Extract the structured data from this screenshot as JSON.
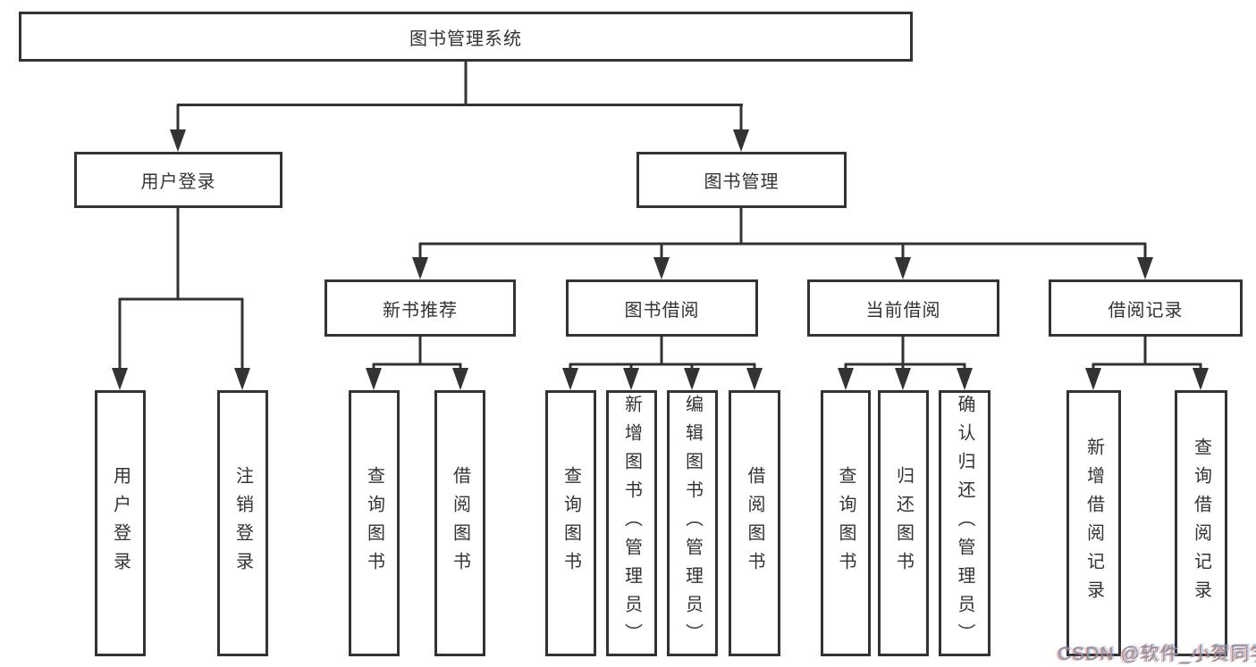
{
  "nodes": {
    "root": "图书管理系统",
    "user_login": "用户登录",
    "book_mgmt": "图书管理",
    "new_book_rec": "新书推荐",
    "book_borrow": "图书借阅",
    "current_borrow": "当前借阅",
    "borrow_record": "借阅记录",
    "leaf_user_login": "用户登录",
    "leaf_logout": "注销登录",
    "leaf_nb_query": "查询图书",
    "leaf_nb_borrow": "借阅图书",
    "leaf_bb_query": "查询图书",
    "leaf_bb_add": "新增图书（管理员）",
    "leaf_bb_edit": "编辑图书（管理员）",
    "leaf_bb_borrow": "借阅图书",
    "leaf_cb_query": "查询图书",
    "leaf_cb_return": "归还图书",
    "leaf_cb_confirm": "确认归还（管理员）",
    "leaf_br_add": "新增借阅记录",
    "leaf_br_query": "查询借阅记录"
  },
  "watermark": {
    "text": "CSDN @软件_小贺同学"
  },
  "colors": {
    "line": "#333333",
    "box_border": "#333333",
    "text": "#333333",
    "watermark_text": "#8f8f8f",
    "background": "#ffffff"
  }
}
